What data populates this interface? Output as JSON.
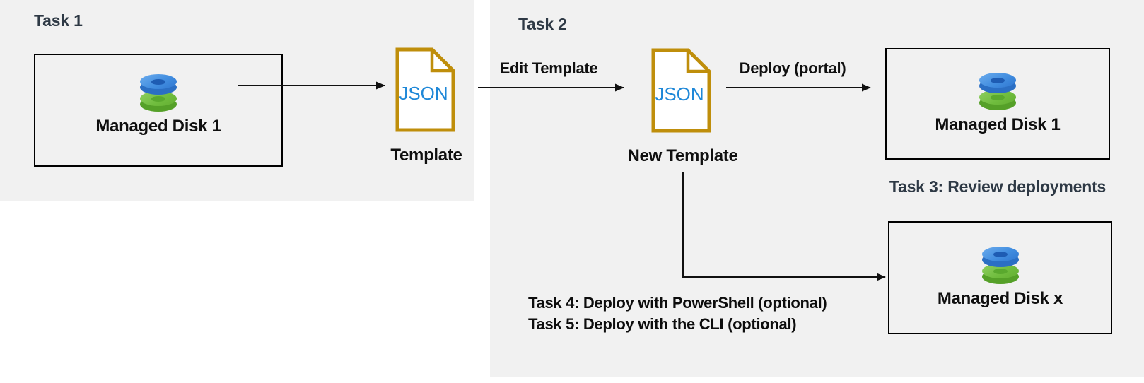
{
  "diagram": {
    "panels": {
      "task1": {
        "title": "Task 1"
      },
      "task2": {
        "title": "Task 2"
      }
    },
    "nodes": {
      "disk1_source": {
        "label": "Managed Disk 1"
      },
      "template_doc": {
        "doc_text": "JSON",
        "label": "Template"
      },
      "new_template_doc": {
        "doc_text": "JSON",
        "label": "New Template"
      },
      "disk1_deployed": {
        "label": "Managed Disk 1"
      },
      "disk_x_deployed": {
        "label": "Managed Disk x"
      }
    },
    "edges": {
      "export_arrow": {
        "label": ""
      },
      "edit_template": {
        "label": "Edit Template"
      },
      "deploy_portal": {
        "label": "Deploy (portal)"
      },
      "deploy_alt": {
        "label": ""
      }
    },
    "notes": {
      "task3": {
        "text": "Task 3: Review deployments"
      },
      "task4": {
        "text": "Task 4: Deploy with PowerShell (optional)"
      },
      "task5": {
        "text": "Task 5: Deploy with the CLI (optional)"
      }
    },
    "colors": {
      "panel_bg": "#f1f1f1",
      "heading_text": "#2e3945",
      "label_text": "#101010",
      "box_border": "#000000",
      "arrow": "#111111",
      "json_doc_border": "#bf8e0b",
      "json_doc_fill": "#ffffff",
      "json_text": "#1f88d8",
      "disk_blue_face": "#428ee0",
      "disk_blue_rim": "#2b6fc4",
      "disk_green_face": "#6fbc3d",
      "disk_green_rim": "#55a028"
    }
  }
}
